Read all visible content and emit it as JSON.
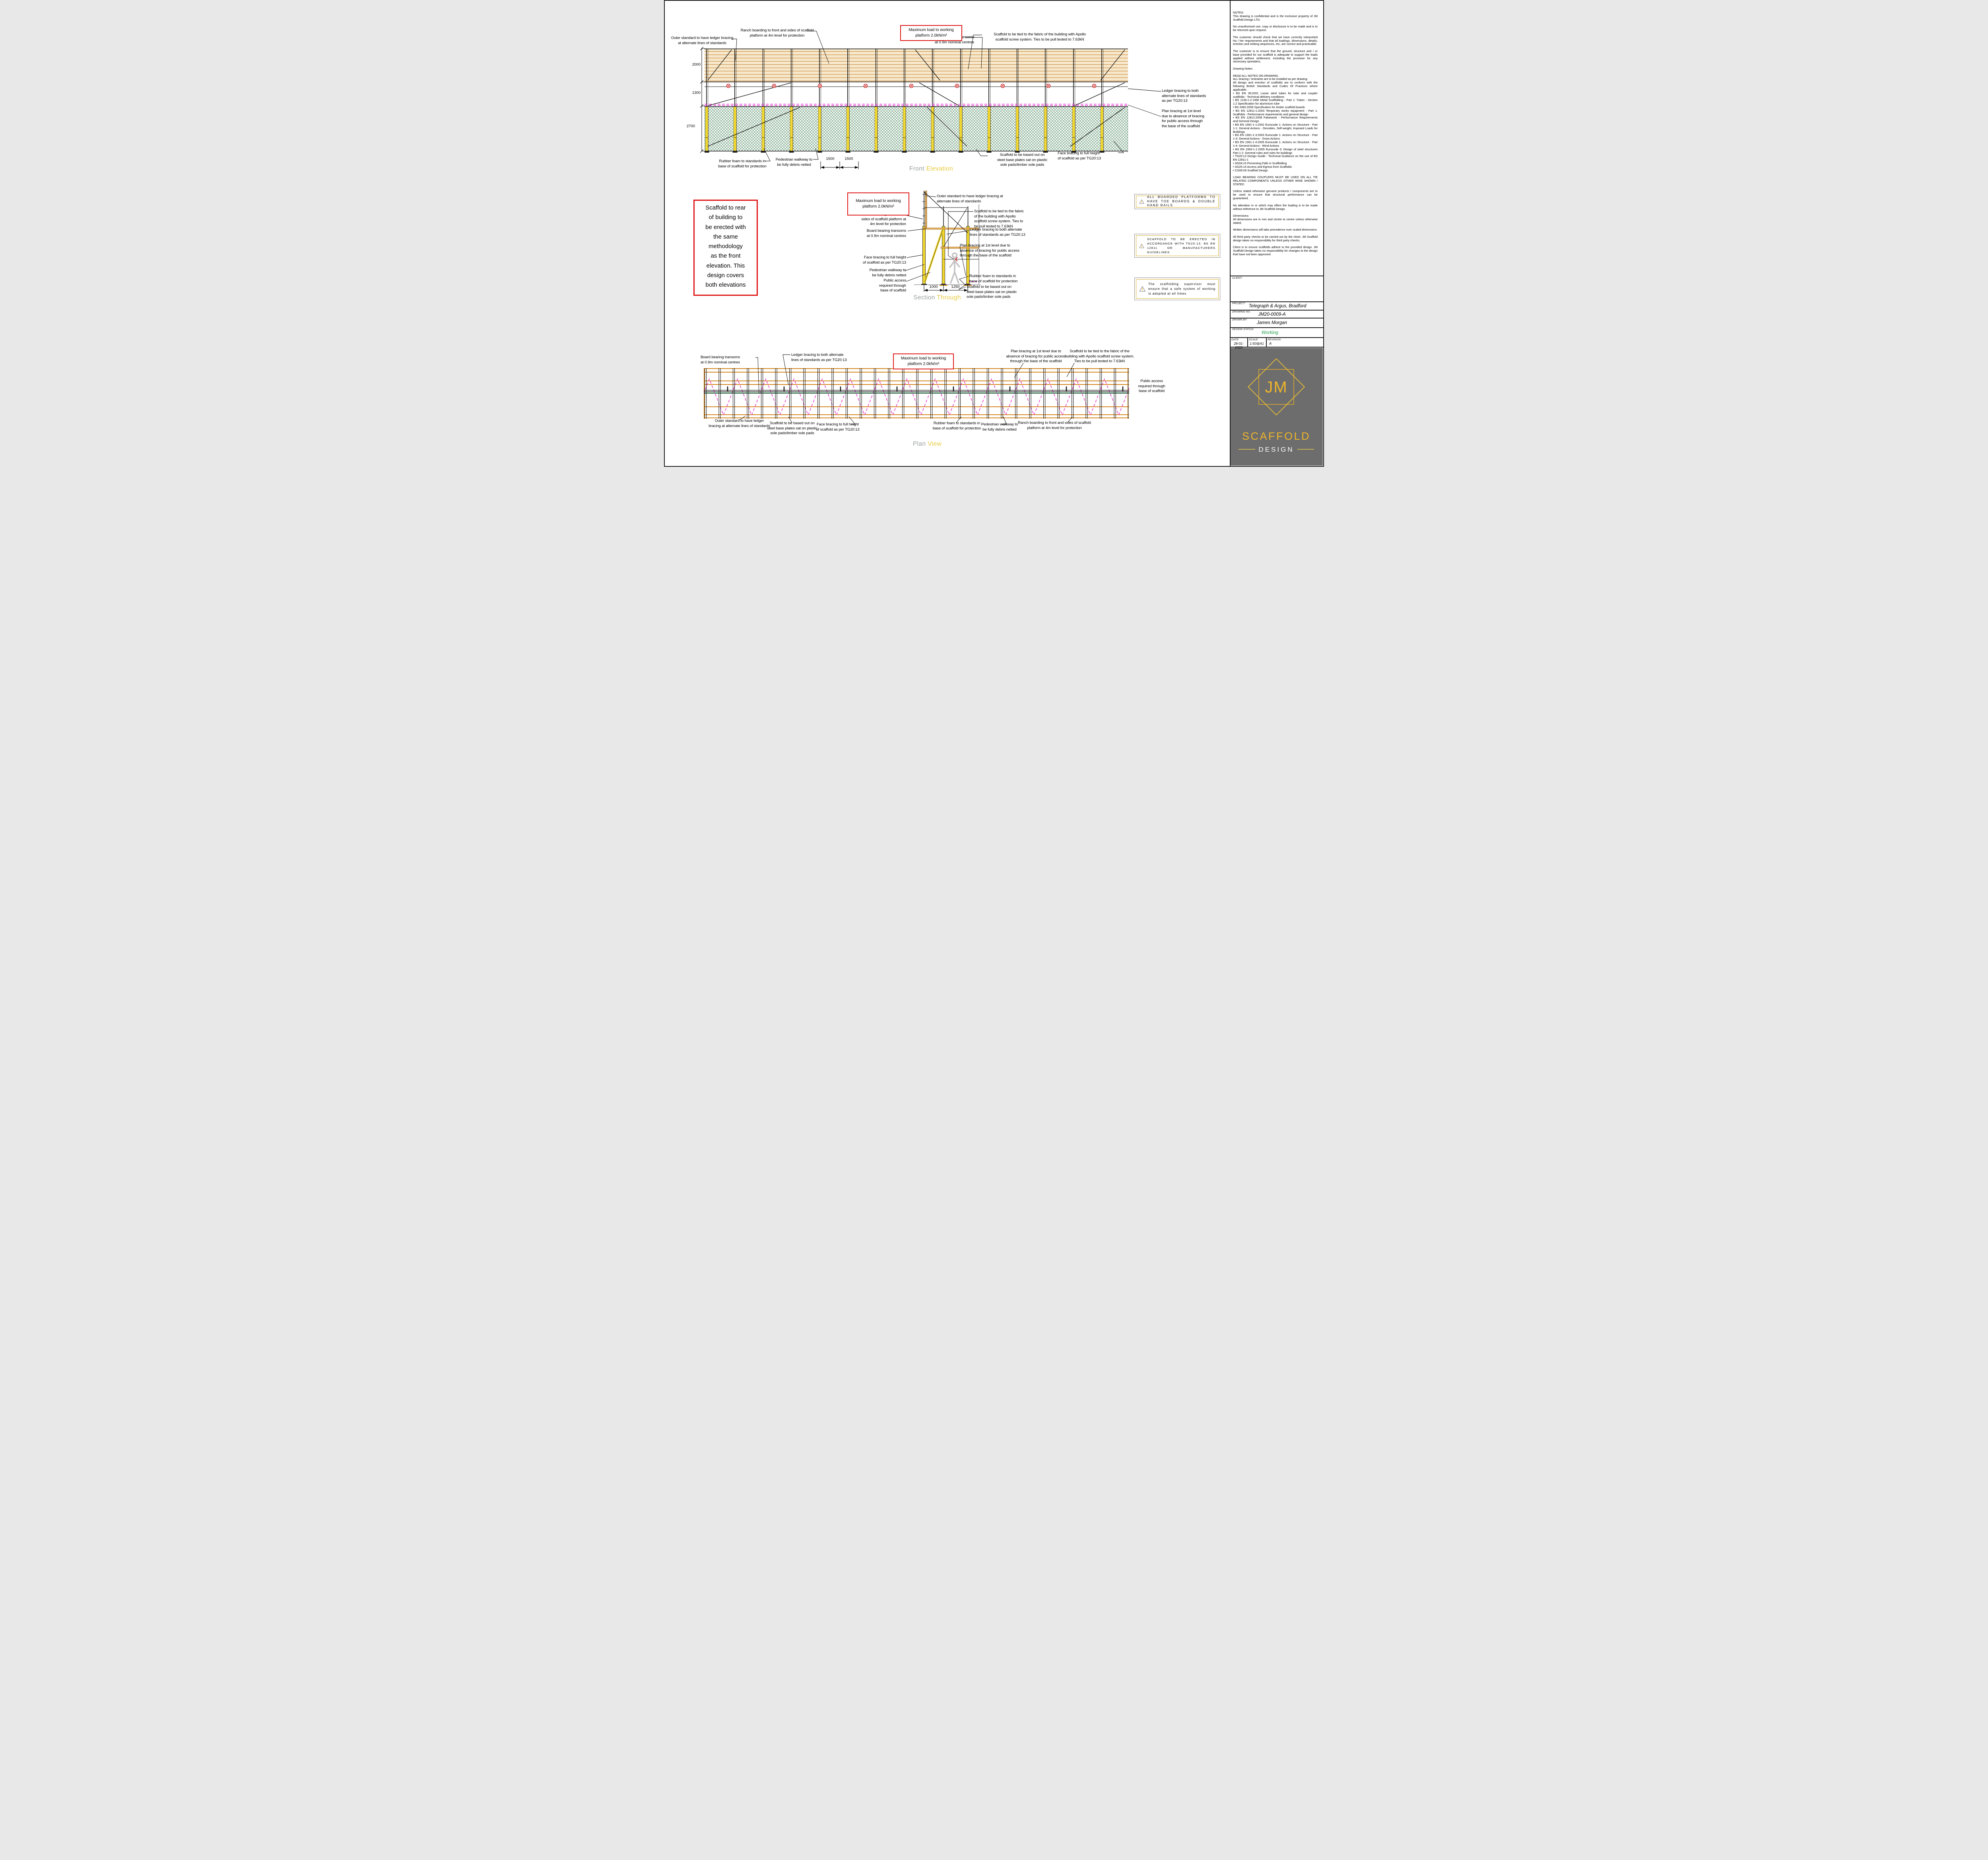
{
  "shared": {
    "max_load": "Maximum load to working\nplatform 2.0kN/m²"
  },
  "front": {
    "title_a": "Front",
    "title_b": "Elevation",
    "labels": {
      "outer": "Outer standard to have ledger bracing\nat alternate lines of standards",
      "ranch": "Ranch boarding to front and sides of scaffold\nplatform at 4m level for protection",
      "board": "Board bearing transoms\nat 0.9m nominal centres",
      "tied": "Scaffold to be tied to the fabric of the building with Apollo\nscaffold screw system. Ties to be pull tested to 7.63kN",
      "ledger": "Ledger bracing to both\nalternate lines of standards\nas per TG20:13",
      "plan_bracing": "Plan bracing at 1st level\ndue to absence of bracing\nfor public access through\nthe base of the scaffold",
      "rubber": "Rubber foam to standards in\nbase of scaffold for protection",
      "pedestrian": "Pedestrian walkway to\nbe fully debris netted",
      "based": "Scaffold to be based out on\nsteel base plates sat on plastic\nsole pads/timber sole pads",
      "face": "Face bracing to full height\nof scaffold as per TG20:13"
    },
    "dims": {
      "d2000": "2000",
      "d1300": "1300",
      "d2700": "2700",
      "d1500a": "1500",
      "d1500b": "1500"
    }
  },
  "section": {
    "title_a": "Section",
    "title_b": "Through",
    "labels": {
      "outer": "Outer standard to have ledger bracing at\nalternate lines of standards",
      "tied": "Scaffold to be tied to the fabric\nof the building with Apollo\nscaffold screw system. Ties to\nbe pull tested to 7.63kN",
      "ranch": "Ranch boarding to front and\nsides of scaffold platform at\n4m level for protection",
      "board": "Board bearing transoms\nat 0.9m nominal centres",
      "ledger": "Ledger bracing to both alternate\nlines of standards as per TG20:13",
      "face": "Face bracing to full height\nof scaffold as per TG20:13",
      "plan_bracing": "Plan bracing at 1st level due to\nabsence of bracing for public access\nthrough the base of the scaffold",
      "pedestrian": "Pedestrian walkway to\nbe fully debris netted",
      "rubber": "Rubber foam to standards in\nbase of scaffold for protection",
      "public_access": "Public access\nrequired through\nbase of scaffold",
      "based": "Scaffold to be based out on\nsteel base plates sat on plastic\nsole pads/timber sole pads"
    },
    "dims": {
      "d1000": "1000",
      "d1250": "1250"
    }
  },
  "plan": {
    "title_a": "Plan",
    "title_b": "View",
    "labels": {
      "board": "Board bearing transoms\nat 0.9m nominal centres",
      "ledger": "Ledger bracing to both alternate\nlines of standards as per TG20:13",
      "plan_bracing": "Plan bracing at 1st level due to\nabsence of bracing for public access\nthrough the base of the scaffold",
      "tied": "Scaffold to be tied to the fabric of the\nbuilding with Apollo scaffold screw system.\nTies to be pull tested to 7.63kN",
      "public_access": "Public access\nrequired through\nbase of scaffold",
      "outer": "Outer standard to have ledger\nbracing at alternate lines of standards",
      "based": "Scaffold to be based out on\nsteel base plates sat on plastic\nsole pads/timber sole pads",
      "face": "Face bracing to full height\nof scaffold as per TG20:13",
      "rubber": "Rubber foam to standards in\nbase of scaffold for protection",
      "pedestrian": "Pedestrian walkway to\nbe fully debris netted",
      "ranch": "Ranch boarding to front and sides of scaffold\nplatform at 4m level for protection"
    }
  },
  "side_note": "Scaffold to rear\nof building to\nbe erected with\nthe same\nmethodology\nas the front\nelevation. This\ndesign covers\nboth elevations",
  "warnings": [
    "ALL BOARDED PLATFORMS TO HAVE TOE BOARDS & DOUBLE HAND RAILS",
    "SCAFFOLD TO BE ERECTED IN ACCORDANCE WITH TG20:13, BS EN 12811 OR MANUFACTURERS GUIDELINES",
    "The scaffolding supervisor must ensure that a safe system of working is adopted at all times"
  ],
  "notes": {
    "text": "NOTES:\nThis drawing is confidential and is the exclusive property of JM Scaffold Design LTD.\n\nNo unauthorised use, copy or disclosure is to be made and is to be returned upon request.\n\nThe customer should check that we have correctly interpreted his / her requirements and that all loadings, dimensions, details, erection and striking sequences, etc, are correct and practicable.\n\nThe customer is to ensure that the ground, structure and / or base provided for our scaffold is adequate to support the loads applied without settlement, including the provision for any necessary spreaders.\n\nDrawing Notes:\n\nREAD ALL NOTES ON DRAWING.\nALL bracing / restraints are to be installed as per drawing.\nAll design and erection of scaffolds are to conform with the following British Standards and Codes Of Practices where applicable:\n•  BS EN 39:2001 Loose steel tubes for tube and coupler scaffolds - Technical delivery conditions\n•  BS 1139-1-2:1990 Metal Scaffolding - Part 1: Tubes - Section 1.2 Specification for aluminium tube\n•  BS 2482:2009 Specification for timber scaffold boards\n•  BS EN 12811-1:2003 Temporary works equipment - Part 1: Scaffolds - Performance requirements and general design\n•  BS EN 12812:2008 Falsework - Performance Requirements and General Design\n•  BS EN 1991-1-1:2002 Eurocode 1: Actions on Structure - Part 1-1: General Actions - Densities, Self-weight, Imposed Loads for Buildings\n•  BS EN 1991-1-3:2003 Eurocode 1: Actions on Structure - Part 1-3: General Actions - Snow Actions\n•  BS EN 1991-1-4:2005 Eurocode 1: Actions on Structure - Part 1-4: General Actions - Wind Actions\n•  BS EN 1993-1-1:2005 Eurocode 3: Design of steel structures Part 1-1: General rules and rules for buildings\n•  TG20:13 Design Guide - Technical Guidance on the use of BS EN 12811-1\n•  SG04:15 Preventing Falls in Scaffolding\n•  SG25:14 Access and Egress from Scaffolds\n•  CG06:09 Scaffold Design\n\nLOAD BEARING COUPLERS MUST BE USED ON ALL TIE RELATED COMPONENTS UNLESS OTHER WISE SHOWN / STATED\n\nUnless stated otherwise genuine products / components are to be used to ensure that structural performance can be guaranteed.\n\nNo alteration in or which may effect the loading is to be made without reference to JM Scaffold Design.\n\nDimensions:\nAll dimensions are in mm and centre to centre unless otherwise stated.\n\nWritten dimensions will take precedence over scaled dimensions\n\nAll third party checks to be carried out by the clinet. JM Scaffold design takes no responsibility for third party checks.\n\nClient is to ensure scaffolds adhere to the provided design. JM Scaffold Design takes no responsibility for changes to the design that have not been approved."
  },
  "title_block": {
    "client_label": "CLIENT:",
    "project_label": "PROJECT:",
    "project": "Telegraph & Argus, Bradford",
    "drawing_no_label": "DRAWING NO.",
    "drawing_no": "JM20-0009-A",
    "drawn_by_label": "DRAWN BY:",
    "drawn_by": "James Morgan",
    "status_label": "DESIGN STATUS",
    "status": "Working",
    "date_label": "DATE:",
    "date": "28-01-2020",
    "scale_label": "SCALE:",
    "scale": "1:50@A1",
    "revision_label": "REVISION:",
    "revision": "A",
    "status_color": "#1f9d4b"
  },
  "logo": {
    "initials": "JM",
    "line1": "SCAFFOLD",
    "line2": "DESIGN"
  }
}
